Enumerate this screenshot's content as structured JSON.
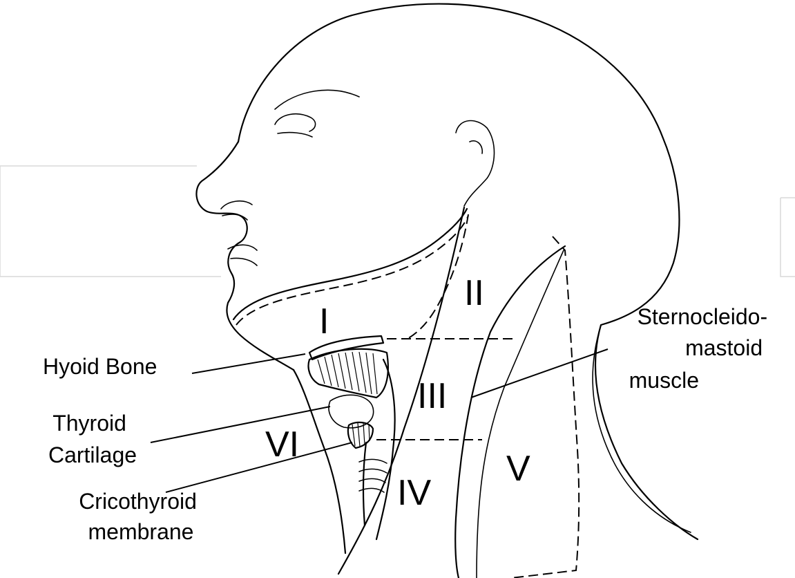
{
  "regions": {
    "level_1": "I",
    "level_2": "II",
    "level_3": "III",
    "level_4": "IV",
    "level_5": "V",
    "level_6": "VI"
  },
  "labels": {
    "hyoid_bone": "Hyoid Bone",
    "thyroid_cartilage": [
      "Thyroid",
      "Cartilage"
    ],
    "cricothyroid_membrane": [
      "Cricothyroid",
      "membrane"
    ],
    "sternocleidomastoid_muscle": [
      "Sternocleido-",
      "mastoid",
      "muscle"
    ]
  }
}
